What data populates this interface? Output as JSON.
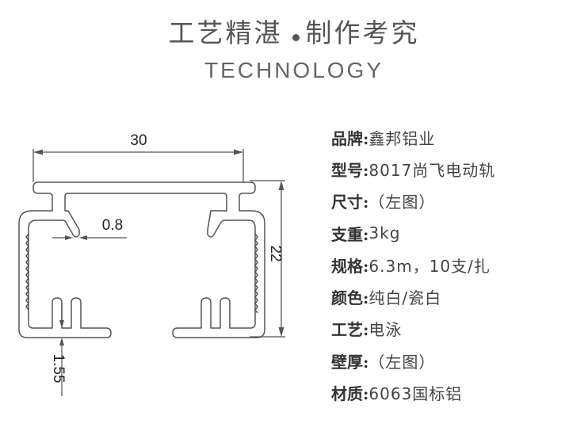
{
  "header": {
    "title_left": "工艺精湛",
    "title_right": "制作考究",
    "subtitle": "TECHNOLOGY"
  },
  "drawing": {
    "dim_width": "30",
    "dim_height": "22",
    "dim_thickness": "0.8",
    "dim_wall": "1.55",
    "stroke_color": "#555555"
  },
  "specs": [
    {
      "key": "品牌:",
      "value": "鑫邦铝业"
    },
    {
      "key": "型号:",
      "value": "8017尚飞电动轨"
    },
    {
      "key": "尺寸:",
      "value": "（左图）"
    },
    {
      "key": "支重:",
      "value": "3kg"
    },
    {
      "key": "规格:",
      "value": "6.3m，10支/扎"
    },
    {
      "key": "颜色:",
      "value": "纯白/瓷白"
    },
    {
      "key": "工艺:",
      "value": "电泳"
    },
    {
      "key": "壁厚:",
      "value": "（左图）"
    },
    {
      "key": "材质:",
      "value": "6063国标铝"
    }
  ]
}
